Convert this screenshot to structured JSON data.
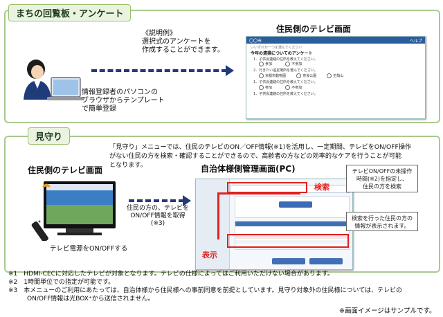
{
  "section1": {
    "label": "まちの回覧板・アンケート",
    "explanation_lines": [
      "《説明例》",
      "選択式のアンケートを",
      "作成することができます。"
    ],
    "pc_caption_lines": [
      "情報登録者のパソコンの",
      "ブラウザからテンプレート",
      "で簡単登録"
    ],
    "tv_screen_title": "住民側のテレビ画面",
    "survey": {
      "app_name": "〇〇市",
      "header_right": "ヘルプ",
      "subtitle": "いいずれか一つを選んでください",
      "title": "今年の清掃についてのアンケート",
      "q1": "1．子供会連絡の住所を教えてください。",
      "q1_opts": [
        "参加",
        "不参加"
      ],
      "q2": "2．行きたい遠足場所を選んでください。",
      "q2_opts": [
        "京都市動物園",
        "奈良公園",
        "生駒山"
      ],
      "q3": "1．子供会連絡の住所を教えてください。",
      "q3_opts": [
        "参加",
        "不参加"
      ],
      "q4": "1．子供会連絡の住所を教えてください。"
    }
  },
  "section2": {
    "label": "見守り",
    "description_lines": [
      "「見守り」メニューでは、住民のテレビのON／OFF情報(※1)を活用し、一定期間、テレビをON/OFF操作",
      "がない住民の方を検索・確認することができるので、高齢者の方などの効率的なケアを行うことが可能",
      "となります。"
    ],
    "tv_title": "住民側のテレビ画面",
    "tv_caption": "テレビ電源をON/OFFする",
    "arrow_text_lines": [
      "住民の方の、テレビを",
      "ON/OFF情報を取得",
      "(※3)"
    ],
    "admin_title": "自治体様側管理画面(PC)",
    "search_label": "検索",
    "display_label": "表示",
    "callout1_lines": [
      "テレビON/OFFの未操作",
      "時間(※2)を指定し、",
      "住民の方を検索"
    ],
    "callout2_lines": [
      "検索を行った住民の方の",
      "情報が表示されます。"
    ]
  },
  "notes": [
    "※1　HDMI-CECに対応したテレビが対象となります。テレビの仕様によってはご利用いただけない場合があります。",
    "※2　1時間単位での指定が可能です。",
    "※3　本メニューのご利用にあたっては、自治体様から住民様への事前同意を前提としています。見守り対象外の住民様については、テレビの",
    "　　　ON/OFF情報は光BOX⁺から送信されません。"
  ],
  "footer_note": "※画面イメージはサンプルです。",
  "colors": {
    "accent_red": "#e0201e",
    "arrow_navy": "#223a7a",
    "section_green": "#a9c98f"
  }
}
